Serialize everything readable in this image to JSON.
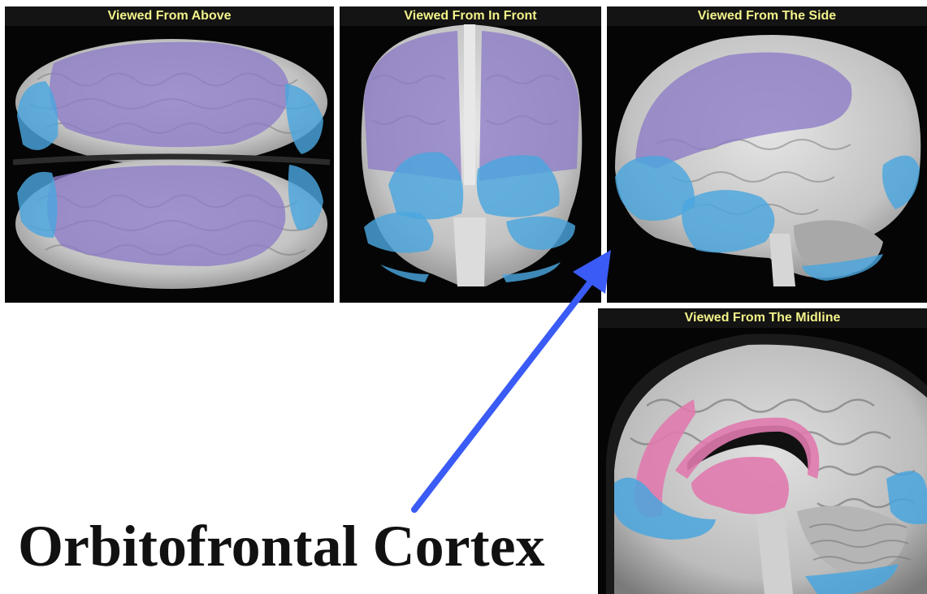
{
  "figure": {
    "label": "Orbitofrontal Cortex",
    "arrow_color": "#3a5bf5",
    "colors": {
      "background": "#ffffff",
      "panel_background": "#050505",
      "title_text": "#f2f28a",
      "brain_tissue": "#c9c9c9",
      "highlight_purple": "#8c7bc6",
      "highlight_blue": "#4aa6de",
      "highlight_pink": "#e07aae"
    }
  },
  "panels": {
    "above": {
      "title": "Viewed From Above"
    },
    "front": {
      "title": "Viewed From In Front"
    },
    "side": {
      "title": "Viewed From The Side"
    },
    "midline": {
      "title": "Viewed From The Midline"
    }
  }
}
